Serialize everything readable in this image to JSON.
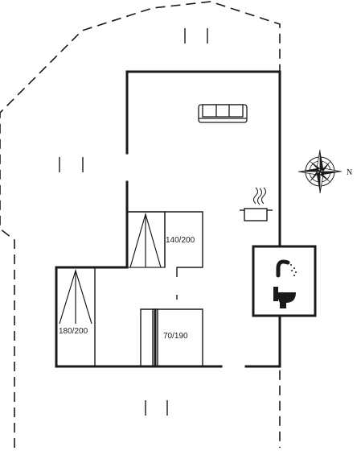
{
  "floorplan": {
    "bed_labels": {
      "bedroom_1": "140/200",
      "bedroom_2": "180/200",
      "bedroom_3": "70/190"
    },
    "compass": {
      "direction_label": "N"
    },
    "icons": {
      "sofa": "sofa-icon",
      "kitchen": "cooking-pot-icon",
      "shower": "shower-icon",
      "toilet": "toilet-icon",
      "compass": "compass-rose-icon"
    },
    "colors": {
      "wall": "#1a1a1a",
      "terrace_outline": "#1a1a1a",
      "background": "#ffffff"
    }
  }
}
